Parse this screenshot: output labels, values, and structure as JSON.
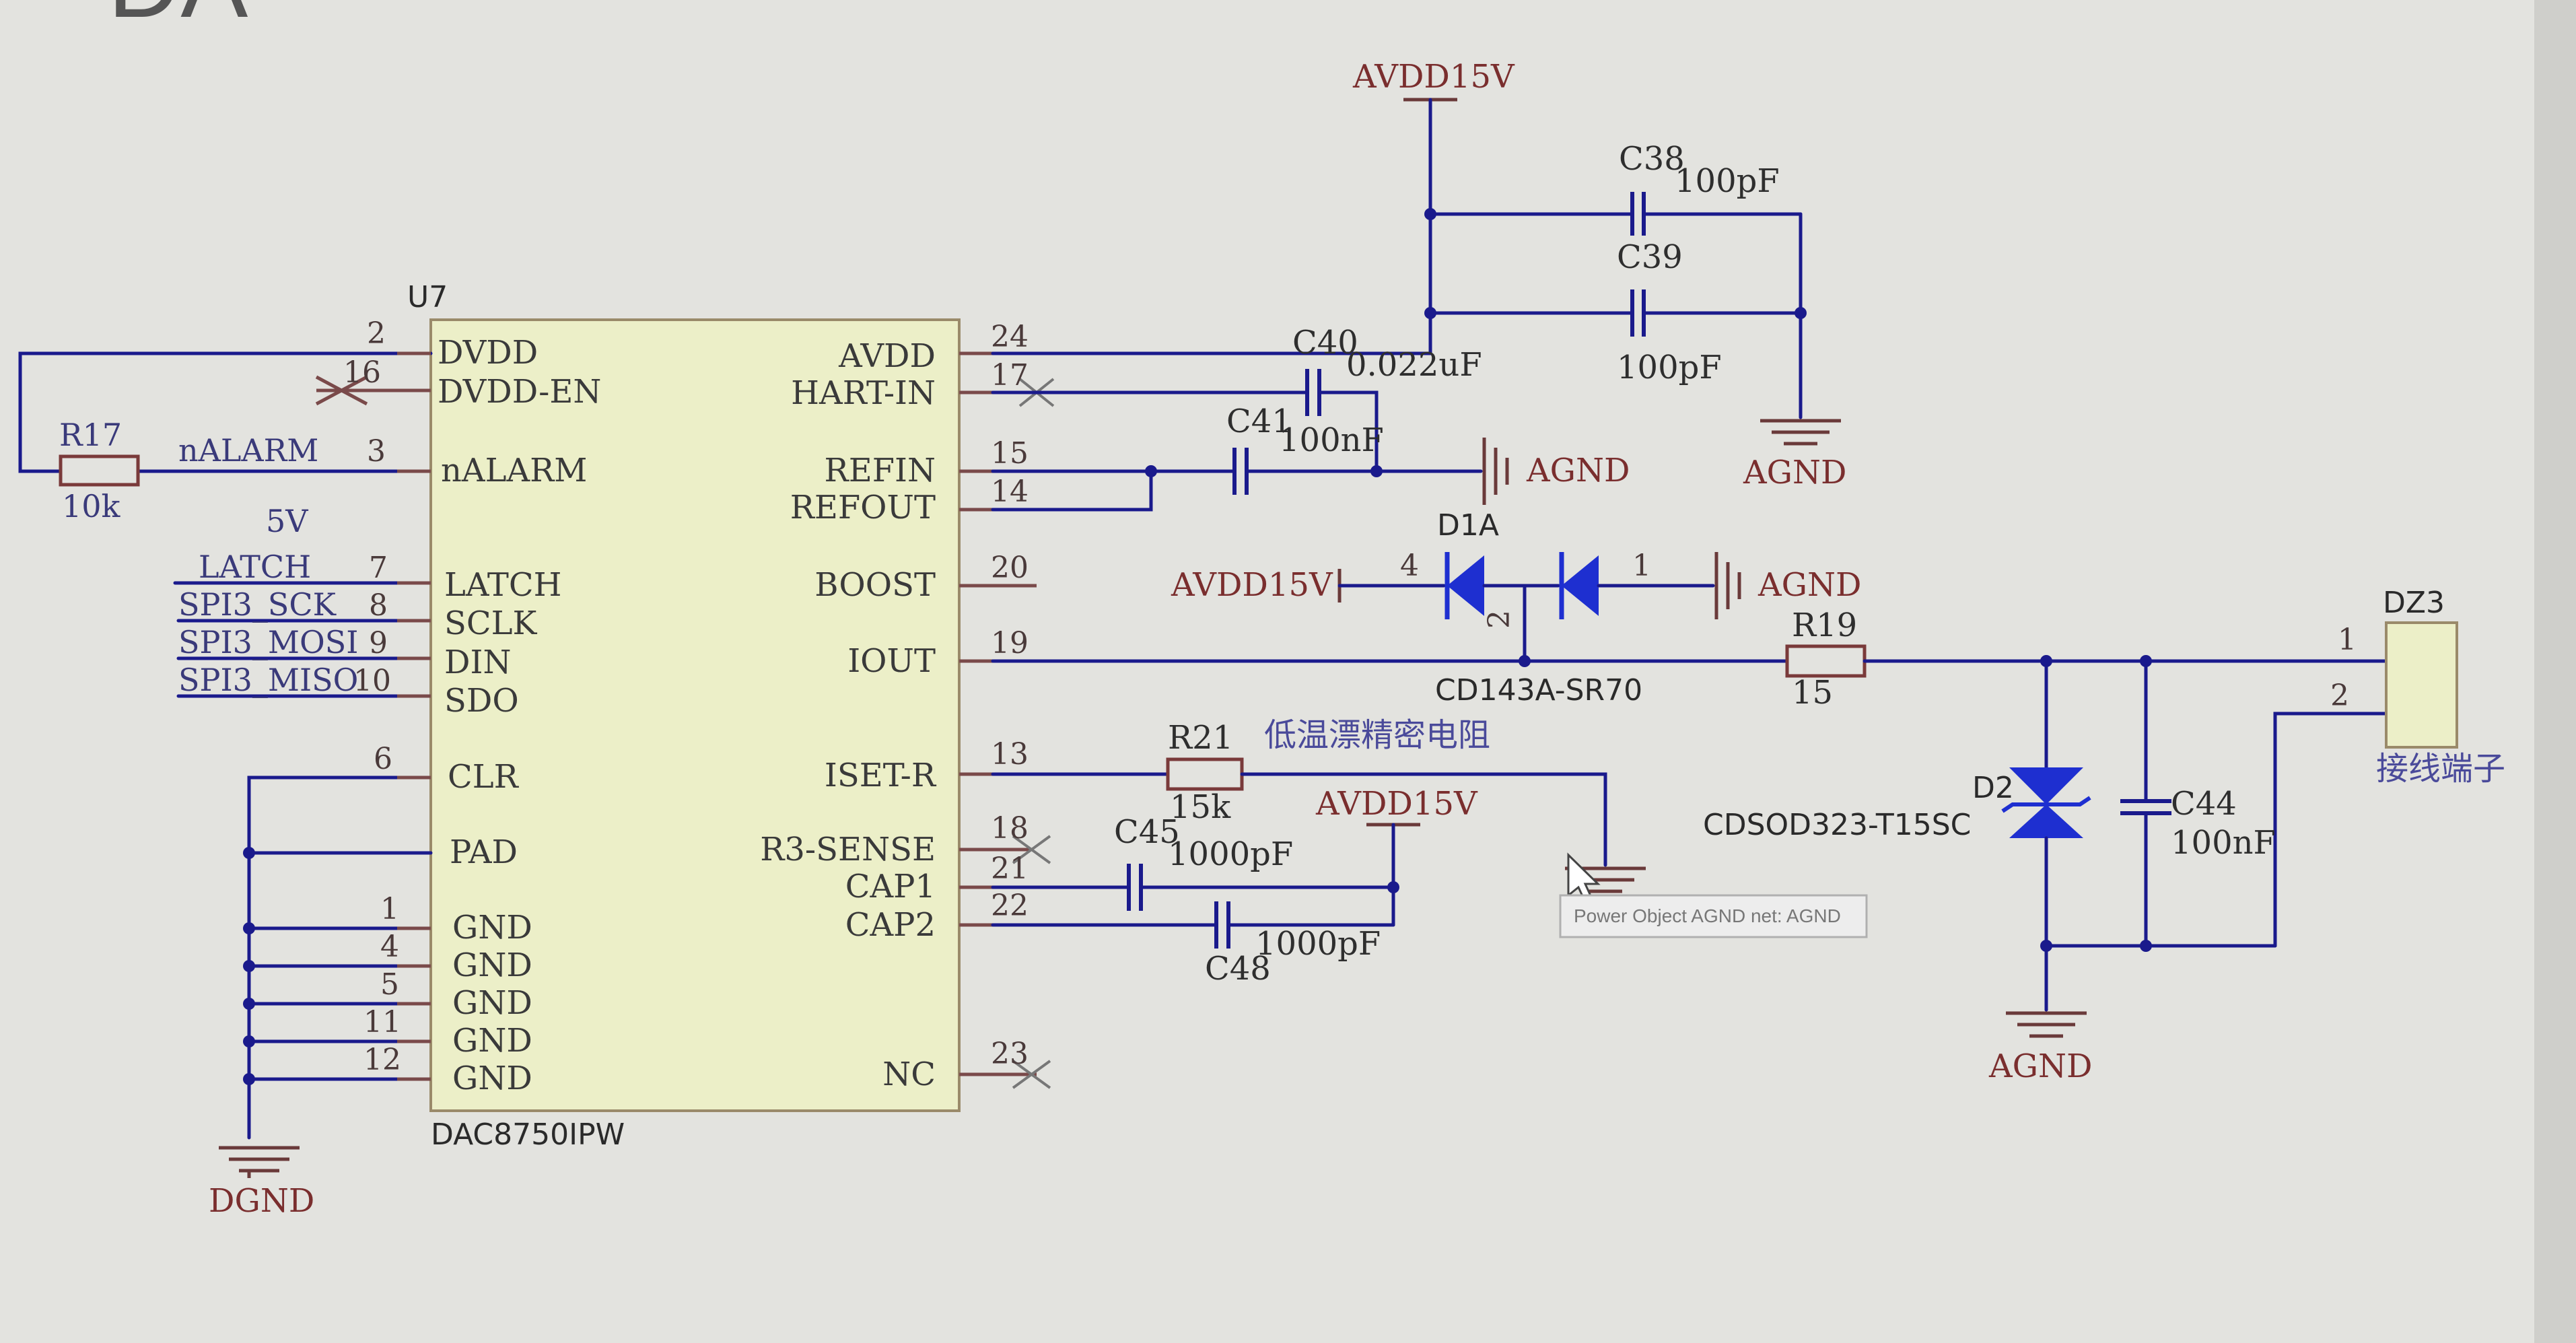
{
  "sheet_title": "DA",
  "colors": {
    "wire": "#1a1a8c",
    "chip_fill": "#ecefc8",
    "pin": "#7a4a4a",
    "net": "#7a2e2e",
    "diode": "#1e2fd0",
    "background": "#dcdcd8"
  },
  "u7": {
    "ref": "U7",
    "part": "DAC8750IPW",
    "left_pins": [
      {
        "name": "DVDD",
        "num": "2"
      },
      {
        "name": "DVDD-EN",
        "num": "16"
      },
      {
        "name": "nALARM",
        "num": "3"
      },
      {
        "name": "LATCH",
        "num": "7"
      },
      {
        "name": "SCLK",
        "num": "8"
      },
      {
        "name": "DIN",
        "num": "9"
      },
      {
        "name": "SDO",
        "num": "10"
      },
      {
        "name": "CLR",
        "num": "6"
      },
      {
        "name": "PAD",
        "num": ""
      },
      {
        "name": "GND",
        "num": "1"
      },
      {
        "name": "GND",
        "num": "4"
      },
      {
        "name": "GND",
        "num": "5"
      },
      {
        "name": "GND",
        "num": "11"
      },
      {
        "name": "GND",
        "num": "12"
      }
    ],
    "right_pins": [
      {
        "name": "AVDD",
        "num": "24"
      },
      {
        "name": "HART-IN",
        "num": "17"
      },
      {
        "name": "REFIN",
        "num": "15"
      },
      {
        "name": "REFOUT",
        "num": "14"
      },
      {
        "name": "BOOST",
        "num": "20"
      },
      {
        "name": "IOUT",
        "num": "19"
      },
      {
        "name": "ISET-R",
        "num": "13"
      },
      {
        "name": "R3-SENSE",
        "num": "18"
      },
      {
        "name": "CAP1",
        "num": "21"
      },
      {
        "name": "CAP2",
        "num": "22"
      },
      {
        "name": "NC",
        "num": "23"
      }
    ]
  },
  "nets": {
    "nalarm": "nALARM",
    "five_v": "5V",
    "latch": "LATCH",
    "sck": "SPI3_SCK",
    "mosi": "SPI3_MOSI",
    "miso": "SPI3_MISO",
    "avdd15v": "AVDD15V",
    "agnd": "AGND",
    "dgnd": "DGND"
  },
  "components": {
    "r17": {
      "ref": "R17",
      "value": "10k"
    },
    "c38": {
      "ref": "C38",
      "value": "100pF"
    },
    "c39": {
      "ref": "C39",
      "value": "100pF"
    },
    "c40": {
      "ref": "C40",
      "value": "0.022uF"
    },
    "c41": {
      "ref": "C41",
      "value": "100nF"
    },
    "d1a": {
      "ref": "D1A",
      "part": "CD143A-SR70",
      "pin_a": "4",
      "pin_b": "1",
      "pin_c": "2"
    },
    "r19": {
      "ref": "R19",
      "value": "15"
    },
    "r21": {
      "ref": "R21",
      "value": "15k",
      "note": "低温漂精密电阻"
    },
    "c45": {
      "ref": "C45",
      "value": "1000pF"
    },
    "c48": {
      "ref": "C48",
      "value": "1000pF"
    },
    "d2": {
      "ref": "D2",
      "part": "CDSOD323-T15SC"
    },
    "c44": {
      "ref": "C44",
      "value": "100nF"
    },
    "dz3": {
      "ref": "DZ3",
      "pin1": "1",
      "pin2": "2",
      "label": "接线端子"
    }
  },
  "tooltip": {
    "text": "Power Object AGND   net: AGND"
  }
}
